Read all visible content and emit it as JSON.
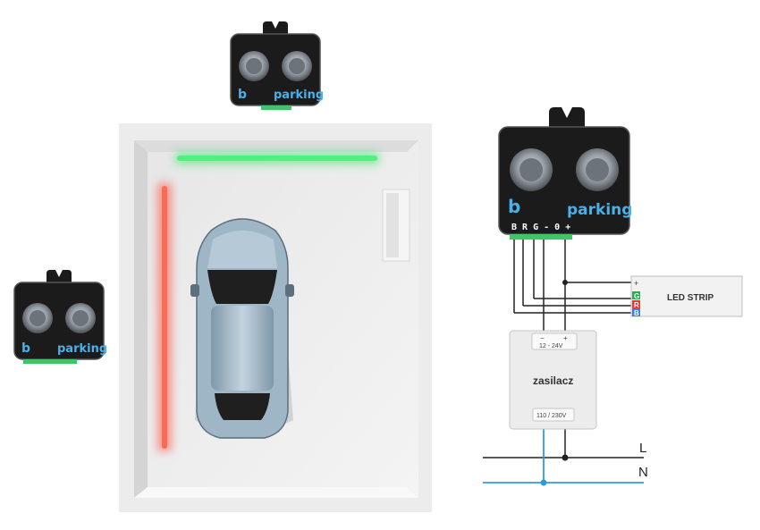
{
  "devices": {
    "brand": "parking",
    "main_pin_label": "B R G - 0 +"
  },
  "led_strip": {
    "label": "LED STRIP",
    "plus": "+",
    "pins": [
      "G",
      "R",
      "B"
    ],
    "pin_colors": [
      "#2fa84f",
      "#e23b3b",
      "#3b7fe2"
    ]
  },
  "power_supply": {
    "label": "zasilacz",
    "minus": "−",
    "plus": "+",
    "output": "12 - 24V",
    "input": "110 / 230V"
  },
  "mains": {
    "line": "L",
    "neutral": "N",
    "line_color": "#222222",
    "neutral_color": "#2e9be0"
  },
  "colors": {
    "green_light": "#39e26a",
    "red_light": "#ff4a3a",
    "device_body": "#1b1b1b",
    "connector": "#3fc46a"
  }
}
